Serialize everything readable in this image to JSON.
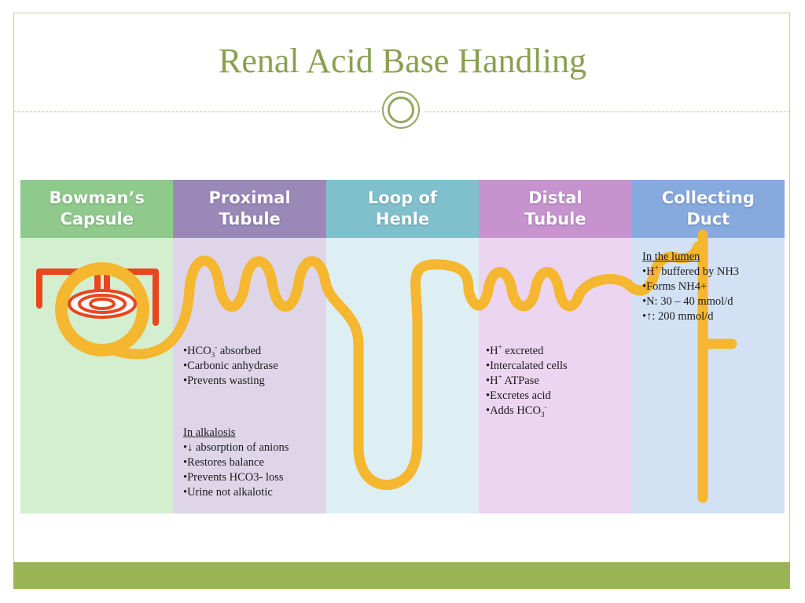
{
  "title": "Renal Acid Base Handling",
  "colors": {
    "accent": "#8aa04f",
    "tube": "#f5b630",
    "capsule": "#e8461f"
  },
  "segments": [
    {
      "name": "Bowman’s\nCapsule",
      "header_color": "#8fca8c",
      "body_color": "#d4efd0"
    },
    {
      "name": "Proximal\nTubule",
      "header_color": "#9a88b8",
      "body_color": "#ded6e8"
    },
    {
      "name": "Loop of\nHenle",
      "header_color": "#7fc0cc",
      "body_color": "#ddeff2"
    },
    {
      "name": "Distal\nTubule",
      "header_color": "#c693cf",
      "body_color": "#ecd5f0"
    },
    {
      "name": "Collecting\nDuct",
      "header_color": "#86a9de",
      "body_color": "#d2e2f4"
    }
  ],
  "proximal_notes": {
    "items": [
      {
        "bullet": "•",
        "pre": "HCO",
        "sub": "3",
        "sup": "-",
        "post": " absorbed"
      },
      {
        "bullet": "•",
        "text": "Carbonic anhydrase"
      },
      {
        "bullet": "•",
        "text": "Prevents wasting"
      }
    ],
    "alkalosis_heading": "In alkalosis",
    "alkalosis_items": [
      "•↓ absorption of anions",
      "•Restores balance",
      "•Prevents HCO3- loss",
      "•Urine not alkalotic"
    ]
  },
  "distal_notes": {
    "items": [
      {
        "bullet": "•",
        "pre": "H",
        "sup": "+",
        "post": " excreted"
      },
      {
        "bullet": "•",
        "text": "Intercalated cells"
      },
      {
        "bullet": "•",
        "pre": "H",
        "sup": "+",
        "post": " ATPase"
      },
      {
        "bullet": "•",
        "text": "Excretes acid"
      },
      {
        "bullet": "•",
        "pre": "Adds HCO",
        "sub": "3",
        "sup": "-",
        "post": ""
      }
    ]
  },
  "collecting_notes": {
    "heading": "In the lumen",
    "items": [
      {
        "bullet": "•",
        "pre": "H",
        "sup": "+",
        "post": " buffered by NH3"
      },
      {
        "bullet": "•",
        "text": "Forms NH4+"
      },
      {
        "bullet": "•",
        "text": "N: 30 – 40 mmol/d"
      },
      {
        "bullet": "•",
        "text": "↑: 200 mmol/d"
      }
    ]
  }
}
